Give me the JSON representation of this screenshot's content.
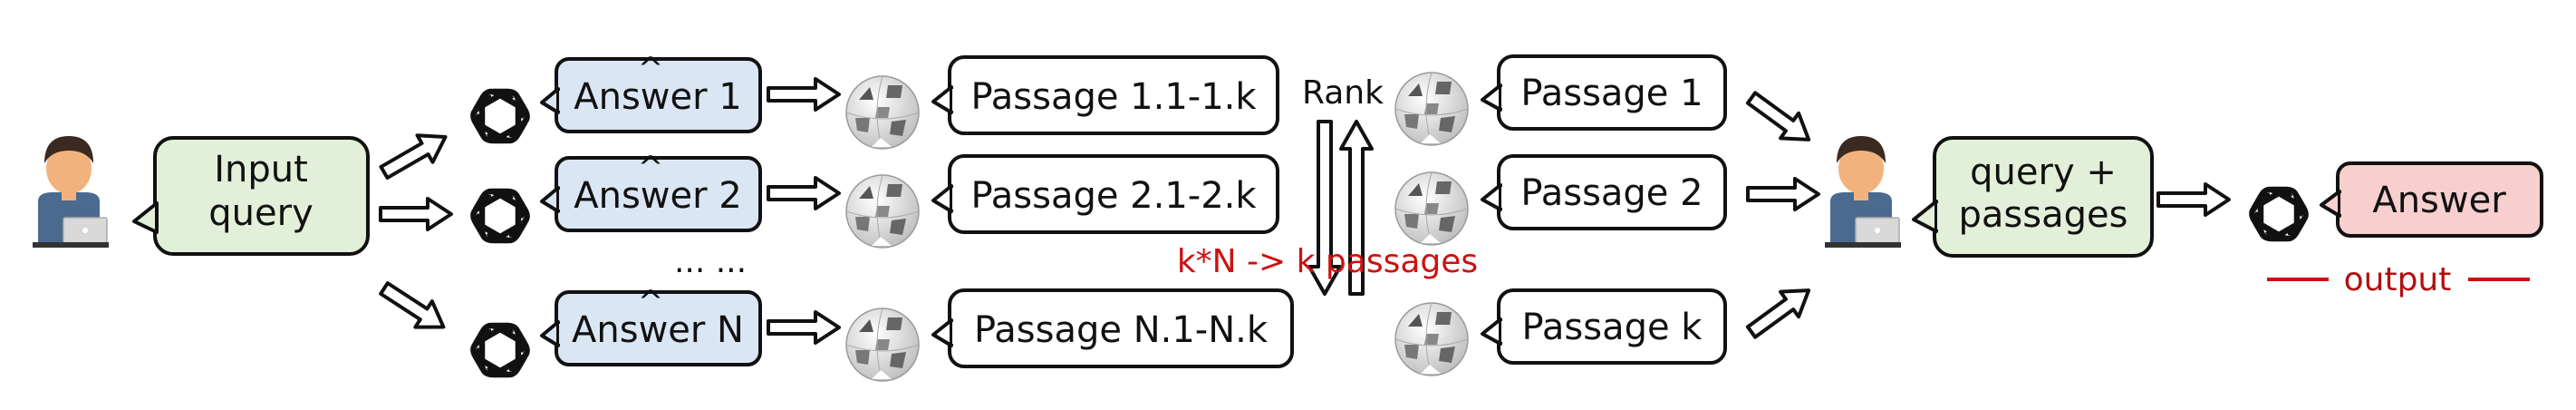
{
  "user": {
    "bubble_line1": "Input",
    "bubble_line2": "query"
  },
  "answers": [
    {
      "label": "Answer 1",
      "hat": "^"
    },
    {
      "label": "Answer 2",
      "hat": "^"
    },
    {
      "label": "Answer N",
      "hat": "^"
    }
  ],
  "ellipsis": "... ...",
  "retrieved": [
    "Passage 1.1-1.k",
    "Passage 2.1-2.k",
    "Passage N.1-N.k"
  ],
  "rank": {
    "label": "Rank",
    "note": "k*N -> k passages"
  },
  "ranked": [
    "Passage 1",
    "Passage 2",
    "Passage k"
  ],
  "combined": {
    "line1": "query +",
    "line2": "passages"
  },
  "final": {
    "answer": "Answer",
    "output_label": "output"
  },
  "colors": {
    "query_fill": "#e3f0d9",
    "answer_fill": "#dbe6f4",
    "final_fill": "#f8cfcf",
    "red": "#cc1111"
  },
  "icons": [
    "user-icon",
    "openai-icon",
    "wikipedia-icon"
  ]
}
